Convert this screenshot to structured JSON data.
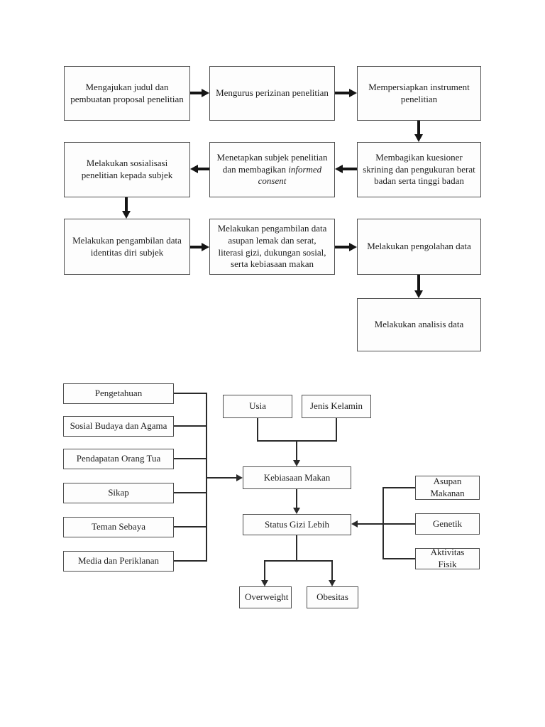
{
  "procedure_flowchart": {
    "boxes": {
      "submit_title": "Mengajukan judul dan pembuatan proposal penelitian",
      "permits": "Mengurus perizinan penelitian",
      "prepare_instrument": "Mempersiapkan instrument penelitian",
      "distribute_questionnaire": "Membagikan kuesioner skrining dan pengukuran berat badan serta tinggi badan",
      "set_subjects": "Menetapkan subjek penelitian dan membagikan",
      "set_subjects_italic": "informed consent",
      "socialization": "Melakukan sosialisasi penelitian kepada subjek",
      "collect_identity": "Melakukan pengambilan data identitas diri subjek",
      "collect_intake": "Melakukan pengambilan data asupan lemak dan serat, literasi gizi, dukungan sosial, serta kebiasaan makan",
      "process_data": "Melakukan pengolahan data",
      "analyze_data": "Melakukan analisis data"
    }
  },
  "framework_diagram": {
    "left_factors": [
      "Pengetahuan",
      "Sosial Budaya dan Agama",
      "Pendapatan Orang Tua",
      "Sikap",
      "Teman Sebaya",
      "Media dan Periklanan"
    ],
    "top_factors": [
      "Usia",
      "Jenis Kelamin"
    ],
    "right_factors": [
      "Asupan Makanan",
      "Genetik",
      "Aktivitas Fisik"
    ],
    "center": {
      "eating_habits": "Kebiasaan Makan",
      "overnutrition_status": "Status Gizi Lebih"
    },
    "outcomes": [
      "Overweight",
      "Obesitas"
    ]
  },
  "colors": {
    "box_border": "#4e4e4e",
    "box_background": "#fdfdfd",
    "text": "#1c1c1c",
    "arrow": "#151515"
  }
}
